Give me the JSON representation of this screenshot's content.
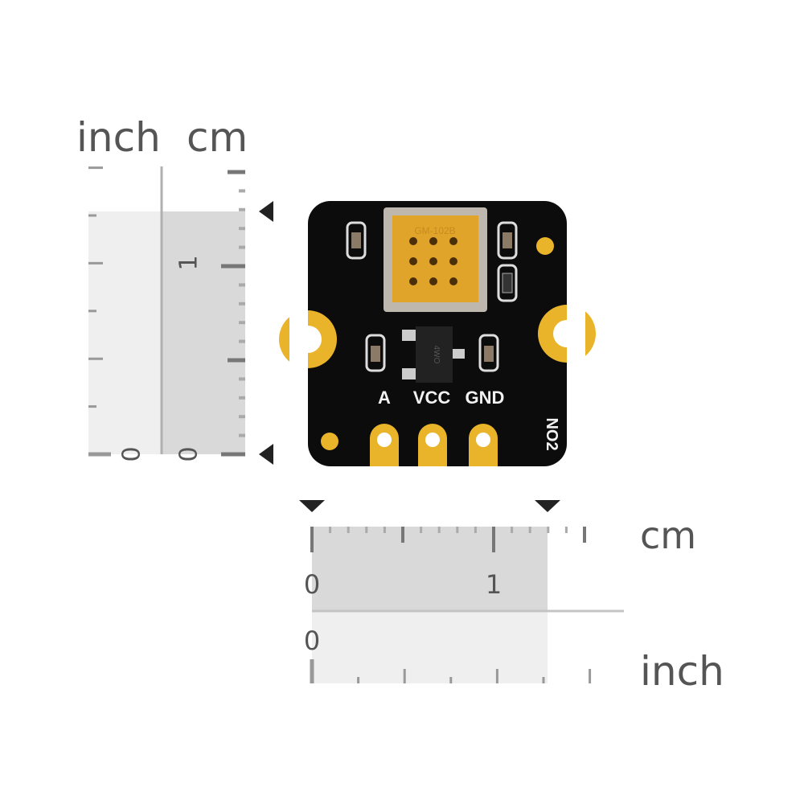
{
  "vertical_ruler": {
    "inch_label": "inch",
    "cm_label": "cm",
    "inch_zero": "0",
    "cm_zero": "0",
    "cm_one": "1",
    "measured_cm": 1.3
  },
  "horizontal_ruler": {
    "cm_label": "cm",
    "inch_label": "inch",
    "cm_zero": "0",
    "cm_one": "1",
    "inch_zero": "0",
    "measured_cm": 1.3
  },
  "board": {
    "sensor_marking": "GM-102B",
    "chip_marking": "4WO",
    "pin_labels": [
      "A",
      "VCC",
      "GND"
    ],
    "gas_label": "NO2",
    "board_color": "#0c0c0c",
    "gold_color": "#e9b42a",
    "sensor_color": "#e0a42a"
  },
  "colors": {
    "ruler_dark": "#d9d9d9",
    "ruler_light": "#efefef",
    "tick": "#777777",
    "marker": "#222222"
  }
}
